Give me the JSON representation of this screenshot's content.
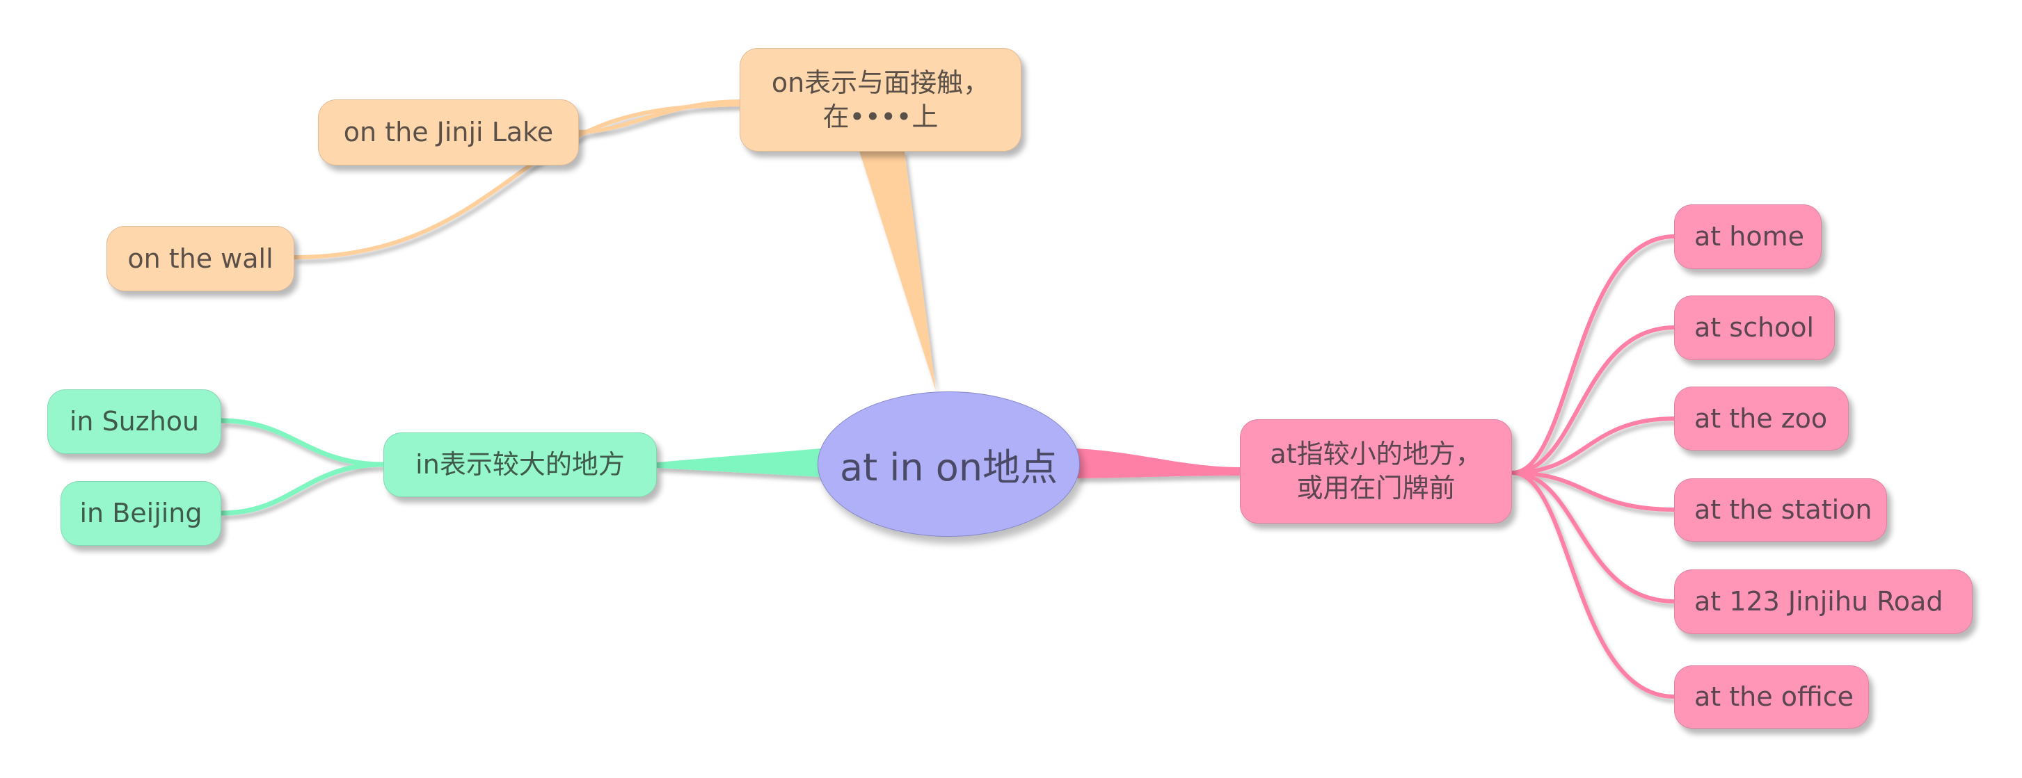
{
  "colors": {
    "root_fill": "#b0b0f8",
    "on_fill": "#ffd7ac",
    "on_line": "#ffcf9c",
    "in_fill": "#96f7cc",
    "in_line": "#7ff5c0",
    "at_fill": "#ff96b8",
    "at_line": "#ff80a6",
    "text": "#555050"
  },
  "root": {
    "label": "at in on地点"
  },
  "branches": {
    "on": {
      "label": "on表示与面接触，\n在••••上",
      "children": [
        {
          "label": "on the Jinji Lake"
        },
        {
          "label": "on the wall"
        }
      ]
    },
    "in": {
      "label": "in表示较大的地方",
      "children": [
        {
          "label": "in Suzhou"
        },
        {
          "label": "in Beijing"
        }
      ]
    },
    "at": {
      "label": "at指较小的地方，\n或用在门牌前",
      "children": [
        {
          "label": "at home"
        },
        {
          "label": "at school"
        },
        {
          "label": "at the zoo"
        },
        {
          "label": "at the station"
        },
        {
          "label": "at 123 Jinjihu Road"
        },
        {
          "label": "at the office"
        }
      ]
    }
  }
}
